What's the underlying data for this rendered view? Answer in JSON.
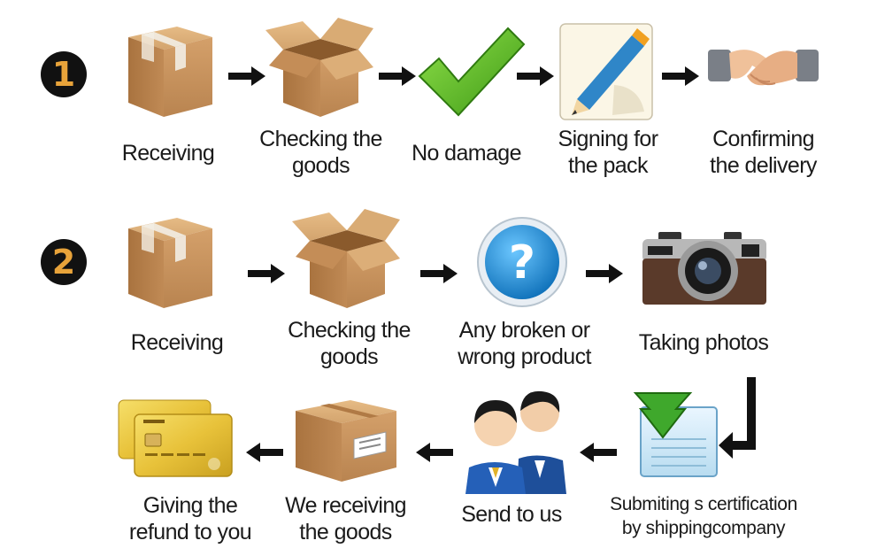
{
  "colors": {
    "background": "#ffffff",
    "badge_bg": "#111111",
    "badge_number": "#e8a33a",
    "box_brown": "#c9955f",
    "check_green": "#67c229",
    "question_blue": "#1a8fd6",
    "arrow": "#111111",
    "card_gold": "#e8c23a"
  },
  "row1": {
    "number": "1",
    "steps": [
      {
        "label": "Receiving",
        "icon": "sealed-box-icon"
      },
      {
        "label": "Checking the\ngoods",
        "icon": "open-box-icon"
      },
      {
        "label": "No damage",
        "icon": "green-checkmark-icon"
      },
      {
        "label": "Signing for\nthe pack",
        "icon": "pencil-paper-icon"
      },
      {
        "label": "Confirming\nthe delivery",
        "icon": "handshake-icon"
      }
    ]
  },
  "row2": {
    "number": "2",
    "steps": [
      {
        "label": "Receiving",
        "icon": "sealed-box-icon"
      },
      {
        "label": "Checking the\ngoods",
        "icon": "open-box-icon"
      },
      {
        "label": "Any broken or\nwrong product",
        "icon": "question-mark-icon"
      },
      {
        "label": "Taking photos",
        "icon": "camera-icon"
      }
    ]
  },
  "row3": {
    "steps": [
      {
        "label": "Submiting s certification\nby shippingcompany",
        "icon": "download-document-icon"
      },
      {
        "label": "Send to us",
        "icon": "support-agents-icon"
      },
      {
        "label": "We receiving\nthe goods",
        "icon": "shipping-box-icon"
      },
      {
        "label": "Giving the\nrefund to you",
        "icon": "credit-card-icon"
      }
    ]
  }
}
